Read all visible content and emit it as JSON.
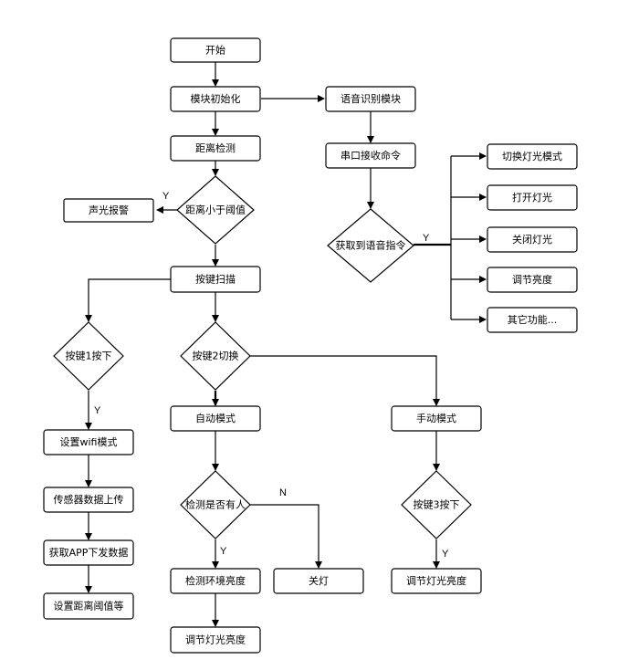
{
  "nodes": {
    "start": "开始",
    "module_init": "模块初始化",
    "distance_detect": "距离检测",
    "distance_decision": "距离小于阈值",
    "sound_light_alarm": "声光报警",
    "key_scan": "按键扫描",
    "key1_decision": "按键1按下",
    "set_wifi_mode": "设置wifi模式",
    "sensor_upload": "传感器数据上传",
    "get_app_data": "获取APP下发数据",
    "set_threshold": "设置距离阈值等",
    "key2_decision": "按键2切换",
    "auto_mode": "自动模式",
    "presence_decision": "检测是否有人",
    "detect_ambient": "检测环境亮度",
    "adjust_light_auto": "调节灯光亮度",
    "light_off": "关灯",
    "manual_mode": "手动模式",
    "key3_decision": "按键3按下",
    "adjust_light_manual": "调节灯光亮度",
    "voice_module": "语音识别模块",
    "serial_cmd": "串口接收命令",
    "voice_decision": "获取到语音指令",
    "switch_light_mode": "切换灯光模式",
    "turn_on_light": "打开灯光",
    "turn_off_light": "关闭灯光",
    "adjust_brightness": "调节亮度",
    "other_functions": "其它功能..."
  },
  "edge_labels": {
    "distance_yes": "Y",
    "key1_yes": "Y",
    "presence_no": "N",
    "presence_yes": "Y",
    "key3_yes": "Y",
    "voice_yes": "Y"
  }
}
